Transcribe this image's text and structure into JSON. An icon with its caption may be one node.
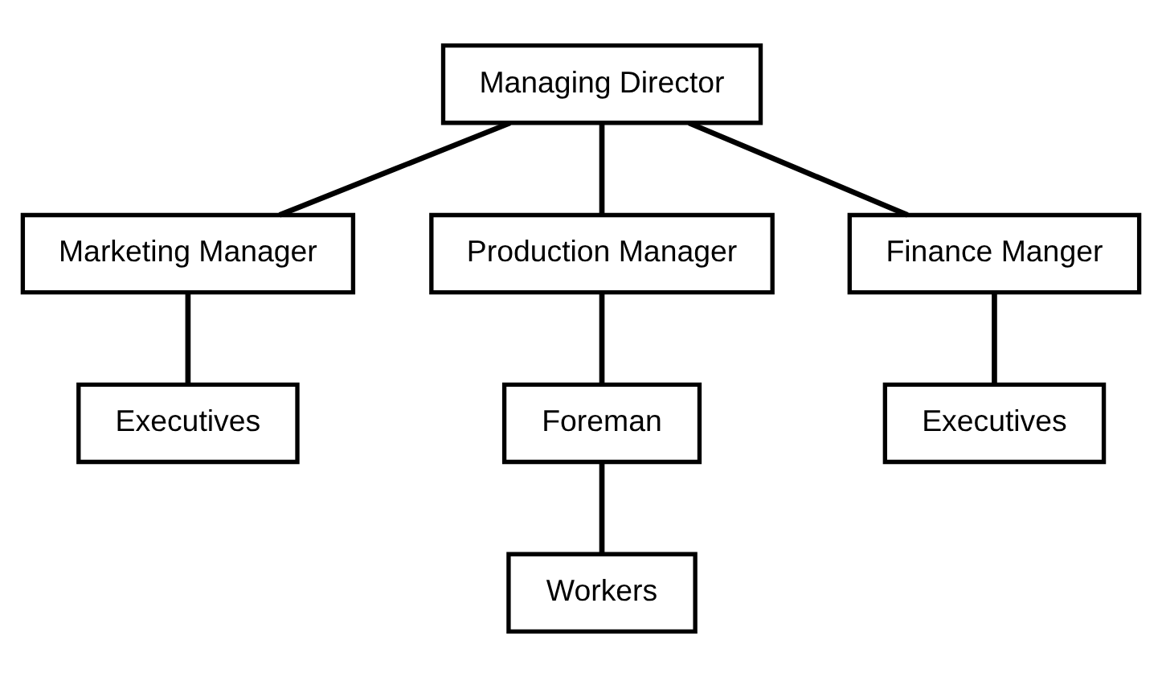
{
  "diagram": {
    "nodes": [
      {
        "text": [
          "Managing Director"
        ]
      },
      {
        "text": [
          "Marketing Manager"
        ]
      },
      {
        "text": [
          "Production Manager"
        ]
      },
      {
        "text": [
          "Finance Manger"
        ]
      },
      {
        "text": [
          "Executives"
        ]
      },
      {
        "text": [
          "Foreman"
        ]
      },
      {
        "text": [
          "Workers"
        ]
      },
      {
        "text": [
          "Executives"
        ]
      }
    ],
    "edges": [
      {
        "from": 0,
        "to": 1,
        "arrow": "none"
      },
      {
        "from": 0,
        "to": 2,
        "arrow": "none"
      },
      {
        "from": 0,
        "to": 3,
        "arrow": "none"
      },
      {
        "from": 1,
        "to": 4,
        "arrow": "none"
      },
      {
        "from": 2,
        "to": 5,
        "arrow": "none"
      },
      {
        "from": 5,
        "to": 6,
        "arrow": "none"
      },
      {
        "from": 3,
        "to": 7,
        "arrow": "none"
      }
    ]
  }
}
